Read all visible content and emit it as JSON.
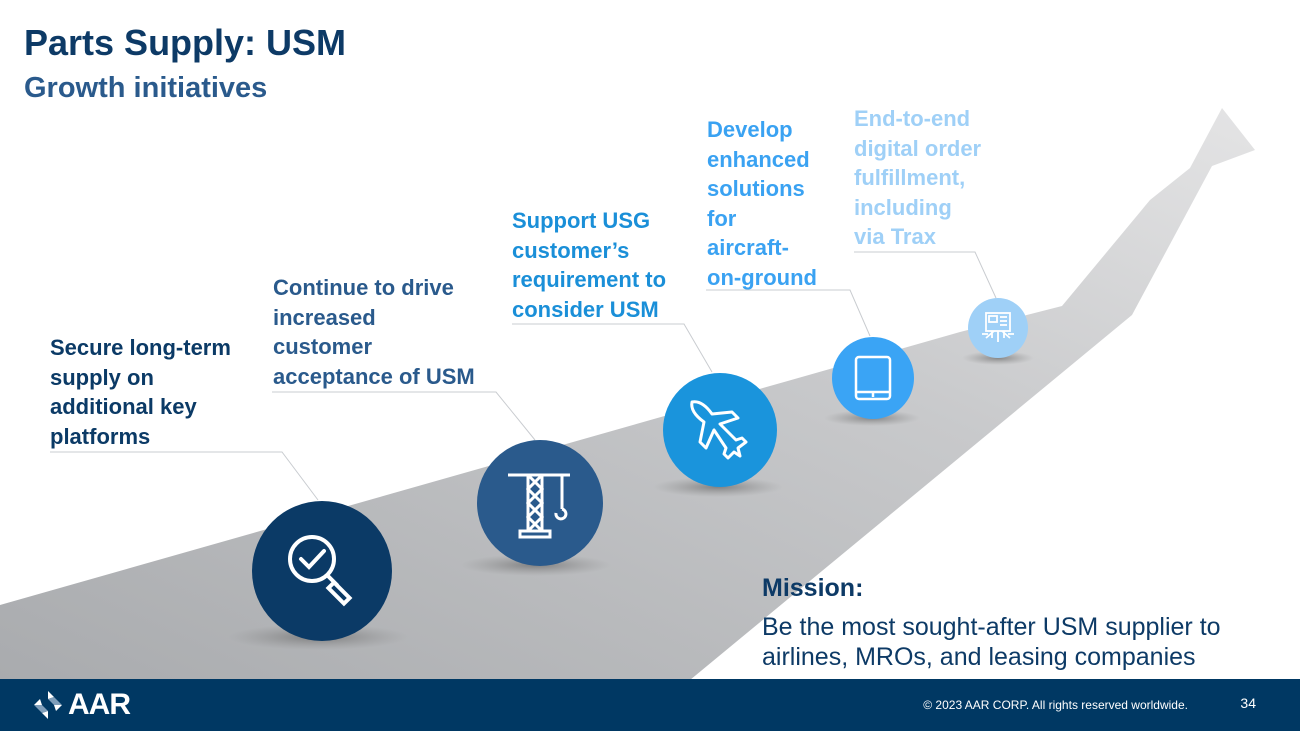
{
  "title": "Parts Supply: USM",
  "subtitle": "Growth initiatives",
  "steps": [
    {
      "text": "Secure long-term\nsupply on\nadditional key\nplatforms",
      "icon": "magnifier-check-icon",
      "color": "#0b3a66"
    },
    {
      "text": "Continue to drive\nincreased\ncustomer\nacceptance of USM",
      "icon": "crane-icon",
      "color": "#2a5a8c"
    },
    {
      "text": "Support USG\ncustomer’s\nrequirement to\nconsider USM",
      "icon": "jet-icon",
      "color": "#1a8fd8"
    },
    {
      "text": "Develop\nenhanced\nsolutions\nfor\naircraft-\non-ground",
      "icon": "tablet-icon",
      "color": "#3aa2f2"
    },
    {
      "text": "End-to-end\ndigital order\nfulfillment,\nincluding\nvia Trax",
      "icon": "circuit-screen-icon",
      "color": "#9fd0f7"
    }
  ],
  "mission": {
    "title": "Mission:",
    "text": "Be the most sought-after USM supplier to airlines, MROs, and leasing companies"
  },
  "footer": {
    "logo": "AAR",
    "copyright": "© 2023 AAR CORP. All rights reserved worldwide.",
    "page": "34"
  }
}
